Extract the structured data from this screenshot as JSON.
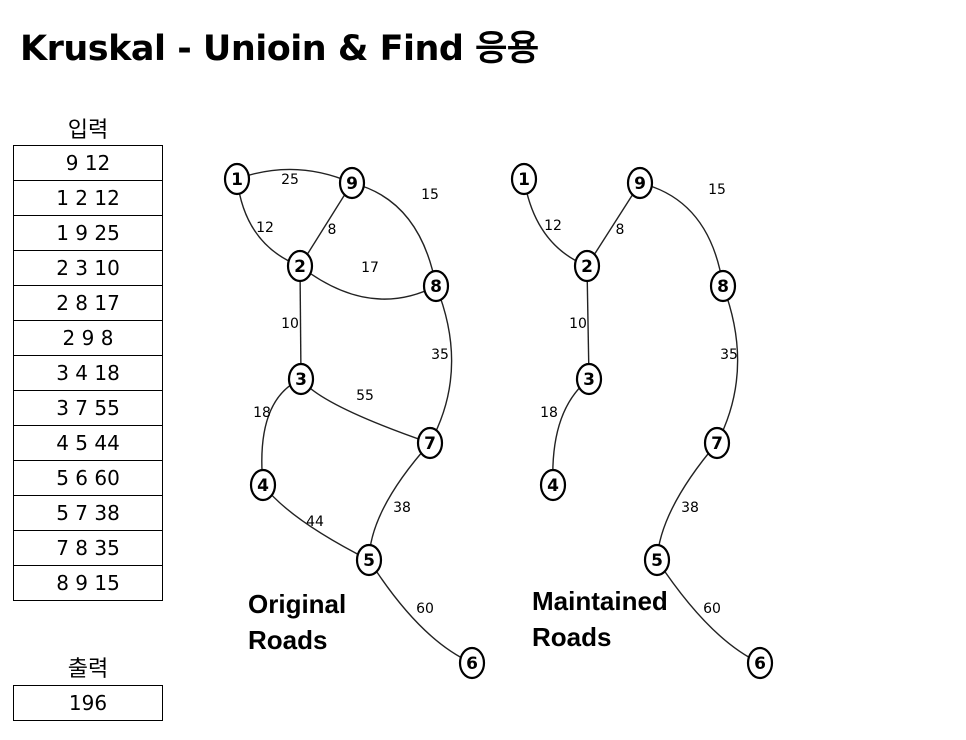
{
  "title": "Kruskal - Unioin & Find 응용",
  "input": {
    "heading": "입력",
    "rows": [
      "9 12",
      "1 2 12",
      "1 9 25",
      "2 3 10",
      "2 8 17",
      "2 9 8",
      "3 4 18",
      "3 7 55",
      "4 5 44",
      "5 6 60",
      "5 7 38",
      "7 8 35",
      "8 9 15"
    ]
  },
  "output": {
    "heading": "출력",
    "value": "196"
  },
  "original": {
    "caption_line1": "Original",
    "caption_line2": "Roads",
    "nodes": [
      {
        "id": "1",
        "label": "1"
      },
      {
        "id": "9",
        "label": "9"
      },
      {
        "id": "2",
        "label": "2"
      },
      {
        "id": "8",
        "label": "8"
      },
      {
        "id": "3",
        "label": "3"
      },
      {
        "id": "7",
        "label": "7"
      },
      {
        "id": "4",
        "label": "4"
      },
      {
        "id": "5",
        "label": "5"
      },
      {
        "id": "6",
        "label": "6"
      }
    ],
    "edges": [
      {
        "from": "1",
        "to": "9",
        "w": "25"
      },
      {
        "from": "1",
        "to": "2",
        "w": "12"
      },
      {
        "from": "9",
        "to": "2",
        "w": "8"
      },
      {
        "from": "9",
        "to": "8",
        "w": "15"
      },
      {
        "from": "2",
        "to": "8",
        "w": "17"
      },
      {
        "from": "2",
        "to": "3",
        "w": "10"
      },
      {
        "from": "8",
        "to": "7",
        "w": "35"
      },
      {
        "from": "3",
        "to": "7",
        "w": "55"
      },
      {
        "from": "3",
        "to": "4",
        "w": "18"
      },
      {
        "from": "4",
        "to": "5",
        "w": "44"
      },
      {
        "from": "7",
        "to": "5",
        "w": "38"
      },
      {
        "from": "5",
        "to": "6",
        "w": "60"
      }
    ]
  },
  "maintained": {
    "caption_line1": "Maintained",
    "caption_line2": "Roads",
    "nodes": [
      {
        "id": "1",
        "label": "1"
      },
      {
        "id": "9",
        "label": "9"
      },
      {
        "id": "2",
        "label": "2"
      },
      {
        "id": "8",
        "label": "8"
      },
      {
        "id": "3",
        "label": "3"
      },
      {
        "id": "7",
        "label": "7"
      },
      {
        "id": "4",
        "label": "4"
      },
      {
        "id": "5",
        "label": "5"
      },
      {
        "id": "6",
        "label": "6"
      }
    ],
    "edges": [
      {
        "from": "1",
        "to": "2",
        "w": "12"
      },
      {
        "from": "9",
        "to": "2",
        "w": "8"
      },
      {
        "from": "9",
        "to": "8",
        "w": "15"
      },
      {
        "from": "2",
        "to": "3",
        "w": "10"
      },
      {
        "from": "8",
        "to": "7",
        "w": "35"
      },
      {
        "from": "3",
        "to": "4",
        "w": "18"
      },
      {
        "from": "7",
        "to": "5",
        "w": "38"
      },
      {
        "from": "5",
        "to": "6",
        "w": "60"
      }
    ]
  }
}
